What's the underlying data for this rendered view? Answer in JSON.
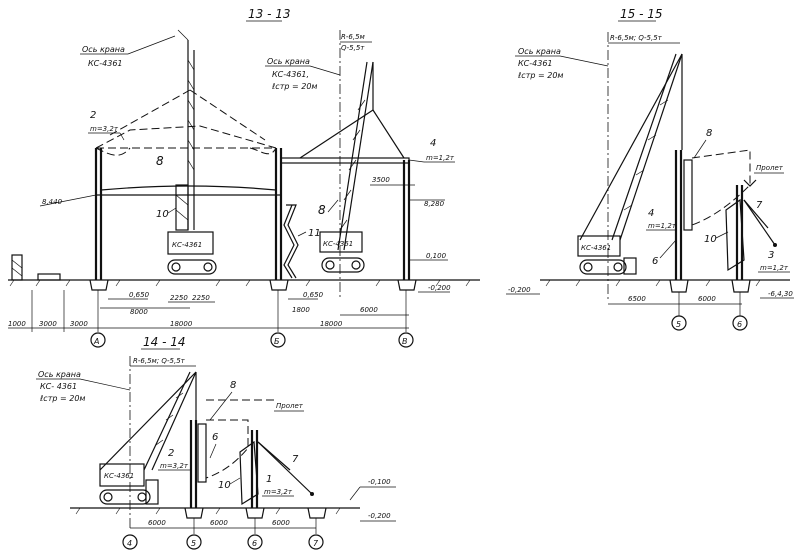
{
  "sections": {
    "s13": {
      "title": "13 - 13",
      "crane_axis": "Ось крана",
      "crane_model": "КС-4361",
      "crane_axis_2": "Ось крана",
      "crane_model_2": "КС-4361,",
      "boom_2": "ℓстр = 20м",
      "radius": "R-6,5м",
      "capacity": "Q-5,5т",
      "label_2": "2",
      "mass_2": "m=3,2т",
      "label_4": "4",
      "mass_4": "m=1,2т",
      "label_8a": "8",
      "label_8b": "8",
      "label_10": "10",
      "label_11": "11",
      "crane_body_1": "КС-4361",
      "crane_body_2": "КС-4361",
      "elev_left": "8,440",
      "elev_right": "8,280",
      "elev_3500": "3500",
      "elev_0100": "0,100",
      "elev_0200": "-0,200",
      "elev_0650": "0,650",
      "elev_0650b": "0,650",
      "dim_8000": "8000",
      "dim_2250a": "2250",
      "dim_2250b": "2250",
      "dim_1800": "1800",
      "dim_6000": "6000",
      "dim_18000a": "18000",
      "dim_18000b": "18000",
      "dim_1000": "1000",
      "dim_3000a": "3000",
      "dim_3000b": "3000",
      "axis_A": "А",
      "axis_B": "Б",
      "axis_V": "В"
    },
    "s15": {
      "title": "15 - 15",
      "crane_axis": "Ось крана",
      "crane_model": "КС-4361",
      "boom": "ℓстр = 20м",
      "radius_cap": "R-6,5м; Q-5,5т",
      "label_8": "8",
      "label_4": "4",
      "mass_4": "m=1,2т",
      "label_6": "6",
      "label_10": "10",
      "label_7": "7",
      "label_3": "3",
      "mass_3": "m=1,2т",
      "crane_body": "КС-4361",
      "mark": "Пролет",
      "elev_0200": "-0,200",
      "elev_right": "-6,4,30",
      "dim_6500": "6500",
      "dim_6000": "6000",
      "axis_5": "5",
      "axis_6": "6"
    },
    "s14": {
      "title": "14 - 14",
      "radius_cap": "R-6,5м; Q-5,5т",
      "crane_axis": "Ось крана",
      "crane_model": "КС- 4361",
      "boom": "ℓстр = 20м",
      "label_8": "8",
      "label_6": "6",
      "label_2": "2",
      "mass_2": "m=3,2т",
      "label_10": "10",
      "label_1": "1",
      "mass_1": "m=3,2т",
      "label_7": "7",
      "crane_body": "КС-4361",
      "mark": "Пролет",
      "elev_0100": "-0,100",
      "elev_0200": "-0,200",
      "dim_6000a": "6000",
      "dim_6000b": "6000",
      "dim_6000c": "6000",
      "axis_4": "4",
      "axis_5": "5",
      "axis_6": "6",
      "axis_7": "7"
    }
  }
}
